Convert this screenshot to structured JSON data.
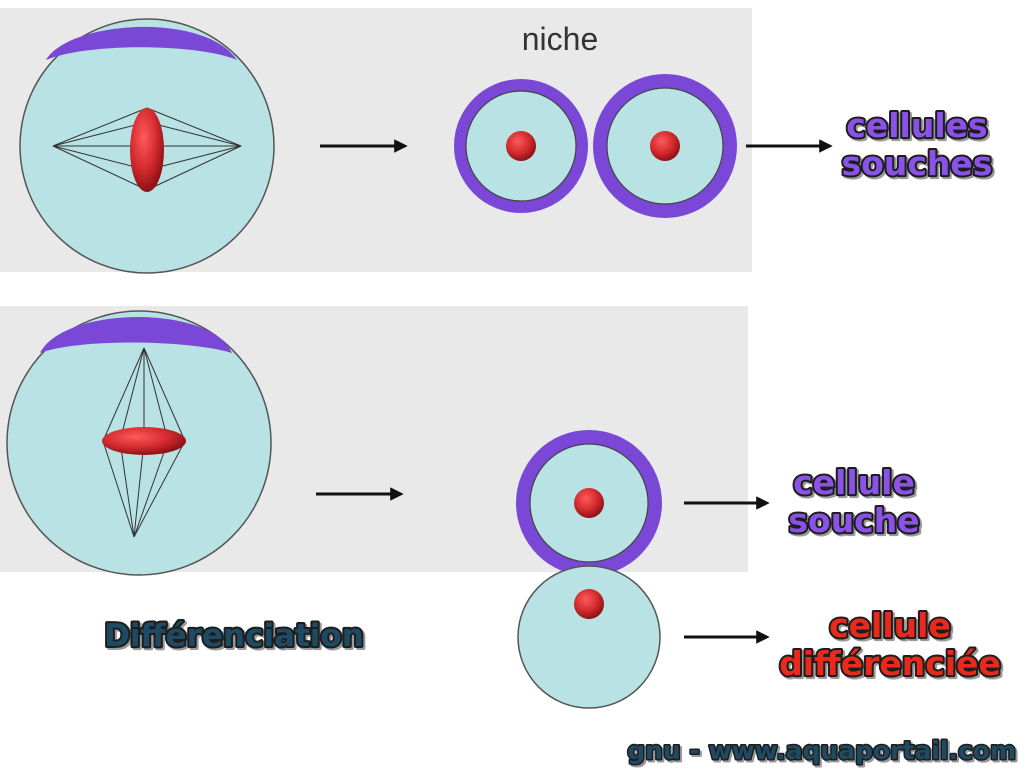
{
  "labels": {
    "niche": "niche",
    "top_result_line1": "cellules",
    "top_result_line2": "souches",
    "stem_cell_line1": "cellule",
    "stem_cell_line2": "souche",
    "diff_cell_line1": "cellule",
    "diff_cell_line2": "différenciée",
    "process": "Différenciation",
    "credit": "gnu - www.aquaportail.com"
  },
  "colors": {
    "panel": "#e9e9e9",
    "cytoplasm": "#b8e2e3",
    "membrane_niche": "#7a47d6",
    "nucleus": "#d22a2e",
    "stem_label": "#8a52e6",
    "diff_label": "#e8291c",
    "process_label": "#1e4a63",
    "credit_label": "#1e4a63",
    "line": "#111111"
  }
}
